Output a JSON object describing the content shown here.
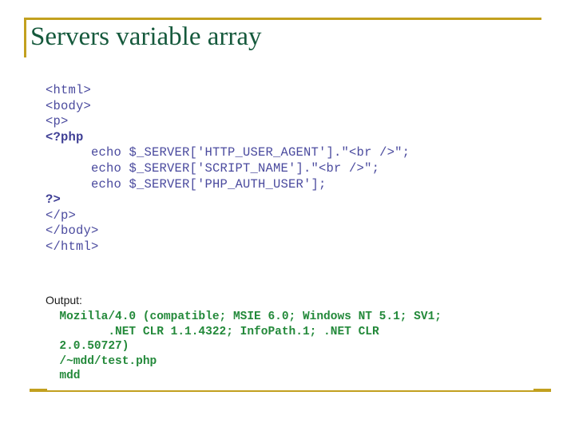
{
  "slide": {
    "title": "Servers variable array",
    "accent_color": "#c2a01f",
    "title_color": "#15593c",
    "code_color": "#4a4a9e",
    "output_color": "#23893a",
    "background_color": "#ffffff"
  },
  "code": {
    "language": "php",
    "lines": [
      "<html>",
      "<body>",
      "<p>",
      "<?php",
      "      echo $_SERVER['HTTP_USER_AGENT'].\"<br />\";",
      "      echo $_SERVER['SCRIPT_NAME'].\"<br />\";",
      "      echo $_SERVER['PHP_AUTH_USER'];",
      "?>",
      "</p>",
      "</body>",
      "</html>"
    ],
    "bold_line_indexes": [
      3,
      7
    ]
  },
  "output": {
    "label": "Output:",
    "lines": [
      "  Mozilla/4.0 (compatible; MSIE 6.0; Windows NT 5.1; SV1;",
      "         .NET CLR 1.1.4322; InfoPath.1; .NET CLR",
      "  2.0.50727)",
      "  /~mdd/test.php",
      "  mdd"
    ]
  }
}
